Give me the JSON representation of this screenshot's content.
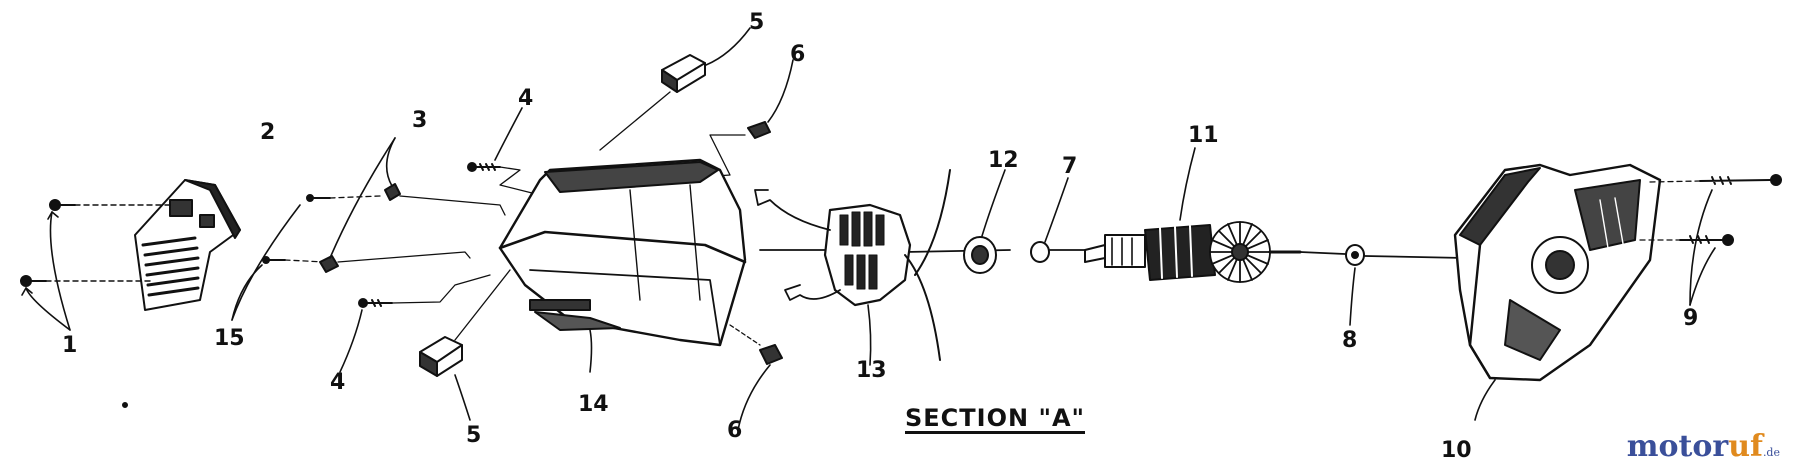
{
  "diagram": {
    "section_title": "SECTION \"A\"",
    "callouts": [
      {
        "id": "c1",
        "label": "1"
      },
      {
        "id": "c2",
        "label": "2"
      },
      {
        "id": "c3",
        "label": "3"
      },
      {
        "id": "c4a",
        "label": "4"
      },
      {
        "id": "c4b",
        "label": "4"
      },
      {
        "id": "c5a",
        "label": "5"
      },
      {
        "id": "c5b",
        "label": "5"
      },
      {
        "id": "c6a",
        "label": "6"
      },
      {
        "id": "c6b",
        "label": "6"
      },
      {
        "id": "c7",
        "label": "7"
      },
      {
        "id": "c8",
        "label": "8"
      },
      {
        "id": "c9",
        "label": "9"
      },
      {
        "id": "c10",
        "label": "10"
      },
      {
        "id": "c11",
        "label": "11"
      },
      {
        "id": "c12",
        "label": "12"
      },
      {
        "id": "c13",
        "label": "13"
      },
      {
        "id": "c14",
        "label": "14"
      },
      {
        "id": "c15",
        "label": "15"
      }
    ]
  },
  "watermark": {
    "prefix": "moto",
    "accent": "r",
    "f_letter": "u",
    "suffix": "f",
    "tld": ".de"
  }
}
